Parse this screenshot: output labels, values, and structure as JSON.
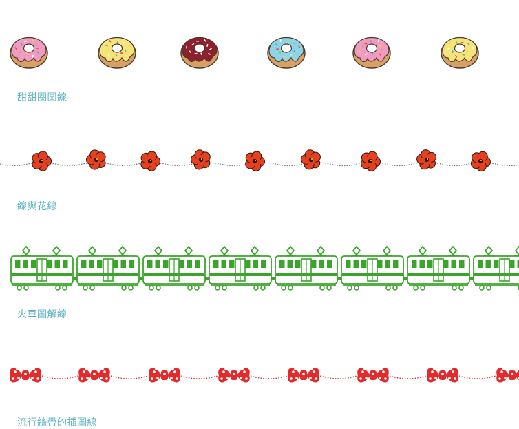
{
  "palette": {
    "caption": "#5fb3c4",
    "flower": "#e8401c",
    "train": "#3aa52a",
    "ribbon": "#e32b2b",
    "donut_dough": "#d9a064"
  },
  "sections": [
    {
      "id": "donut",
      "caption": "甜甜圈圖線",
      "icon": "donut-icon",
      "frosting": [
        "#f29bc0",
        "#f6e37a",
        "#8e1f2d",
        "#8fd4e4",
        "#f29bc0",
        "#f6e37a"
      ]
    },
    {
      "id": "flower",
      "caption": "線與花線",
      "icon": "flower-icon"
    },
    {
      "id": "train",
      "caption": "火車圖解線",
      "icon": "train-icon"
    },
    {
      "id": "ribbon",
      "caption": "流行絲帶的插圖線",
      "icon": "ribbon-bow-icon"
    }
  ]
}
